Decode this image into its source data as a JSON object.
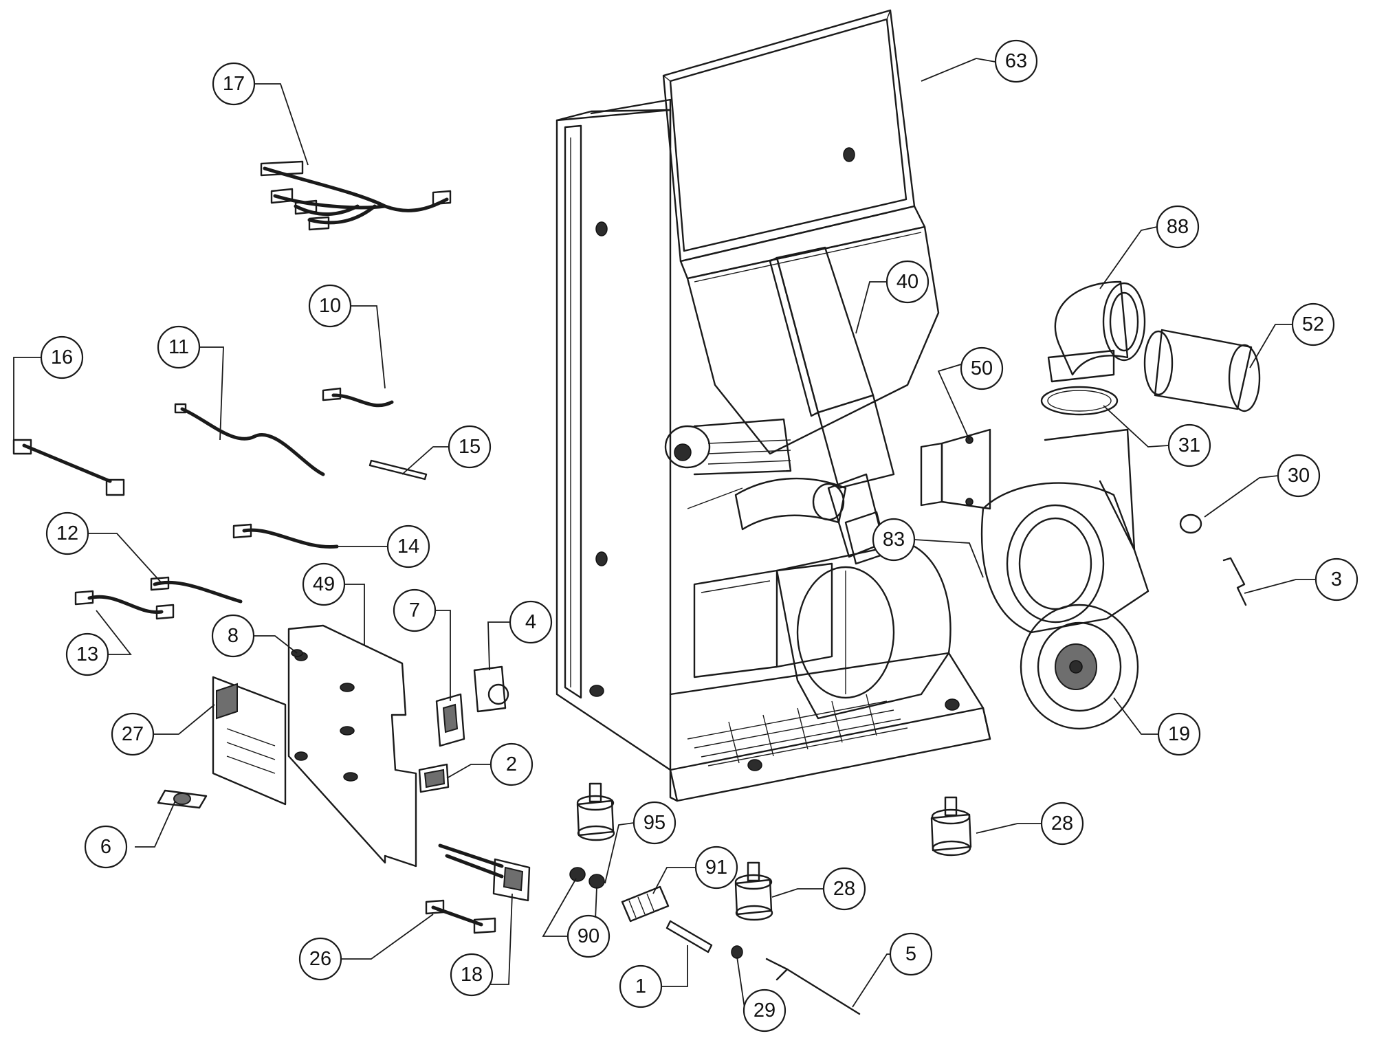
{
  "callouts": [
    {
      "label": "63"
    },
    {
      "label": "17"
    },
    {
      "label": "40"
    },
    {
      "label": "88"
    },
    {
      "label": "10"
    },
    {
      "label": "11"
    },
    {
      "label": "16"
    },
    {
      "label": "52"
    },
    {
      "label": "50"
    },
    {
      "label": "15"
    },
    {
      "label": "31"
    },
    {
      "label": "30"
    },
    {
      "label": "12"
    },
    {
      "label": "14"
    },
    {
      "label": "83"
    },
    {
      "label": "3"
    },
    {
      "label": "49"
    },
    {
      "label": "7"
    },
    {
      "label": "4"
    },
    {
      "label": "8"
    },
    {
      "label": "13"
    },
    {
      "label": "27"
    },
    {
      "label": "19"
    },
    {
      "label": "2"
    },
    {
      "label": "6"
    },
    {
      "label": "95"
    },
    {
      "label": "28"
    },
    {
      "label": "91"
    },
    {
      "label": "28"
    },
    {
      "label": "90"
    },
    {
      "label": "26"
    },
    {
      "label": "5"
    },
    {
      "label": "18"
    },
    {
      "label": "1"
    },
    {
      "label": "29"
    }
  ]
}
